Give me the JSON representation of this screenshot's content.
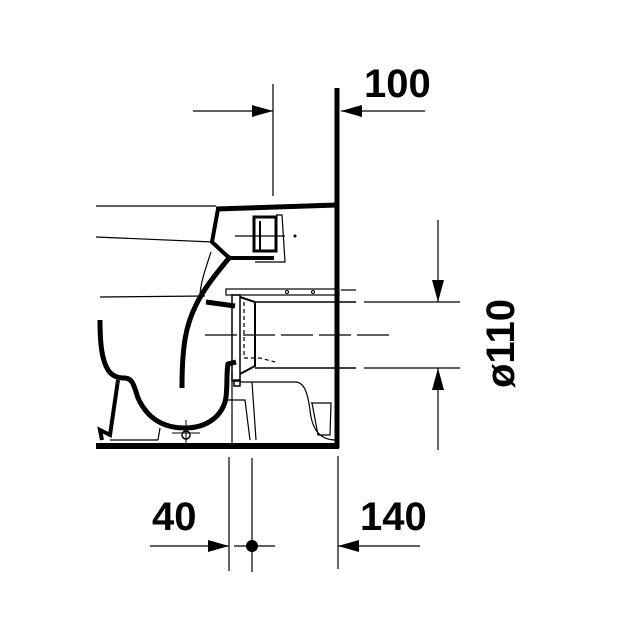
{
  "diagram": {
    "type": "technical-drawing",
    "subject": "floor-standing toilet side section with outlet dimensions",
    "colors": {
      "line": "#000000",
      "background": "#ffffff"
    },
    "dimensions": {
      "top": {
        "label": "100"
      },
      "diameter": {
        "label": "ø110"
      },
      "bottom_left": {
        "label": "40"
      },
      "bottom_right": {
        "label": "140"
      }
    }
  }
}
